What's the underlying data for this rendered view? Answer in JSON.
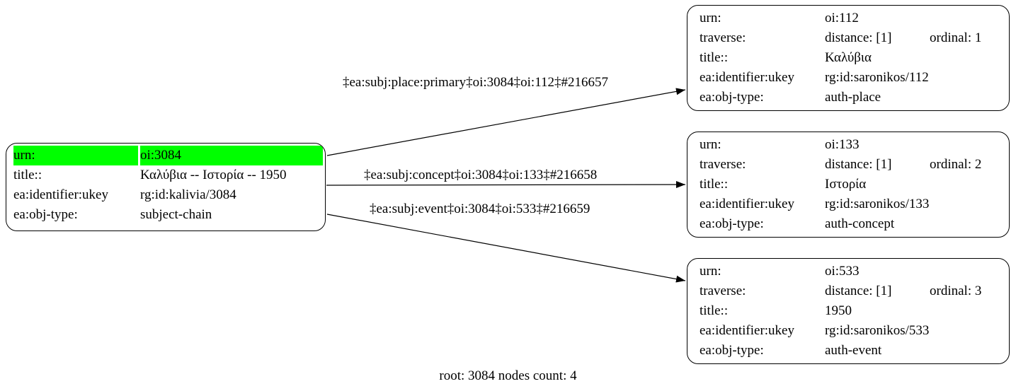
{
  "graph": {
    "footer": "root: 3084 nodes count: 4",
    "highlight_color": "#00ff00",
    "nodes": {
      "root": {
        "rows": [
          {
            "key": "urn:",
            "value": "oi:3084"
          },
          {
            "key": "title::",
            "value": "Καλύβια -- Ιστορία -- 1950"
          },
          {
            "key": "ea:identifier:ukey",
            "value": "rg:id:kalivia/3084"
          },
          {
            "key": "ea:obj-type:",
            "value": "subject-chain"
          }
        ]
      },
      "targets": [
        {
          "rows": [
            {
              "key": "urn:",
              "value": "oi:112"
            },
            {
              "key": "traverse:",
              "value": "distance: [1]",
              "extra": "ordinal: 1"
            },
            {
              "key": "title::",
              "value": "Καλύβια"
            },
            {
              "key": "ea:identifier:ukey",
              "value": "rg:id:saronikos/112"
            },
            {
              "key": "ea:obj-type:",
              "value": "auth-place"
            }
          ]
        },
        {
          "rows": [
            {
              "key": "urn:",
              "value": "oi:133"
            },
            {
              "key": "traverse:",
              "value": "distance: [1]",
              "extra": "ordinal: 2"
            },
            {
              "key": "title::",
              "value": "Ιστορία"
            },
            {
              "key": "ea:identifier:ukey",
              "value": "rg:id:saronikos/133"
            },
            {
              "key": "ea:obj-type:",
              "value": "auth-concept"
            }
          ]
        },
        {
          "rows": [
            {
              "key": "urn:",
              "value": "oi:533"
            },
            {
              "key": "traverse:",
              "value": "distance: [1]",
              "extra": "ordinal: 3"
            },
            {
              "key": "title::",
              "value": "1950"
            },
            {
              "key": "ea:identifier:ukey",
              "value": "rg:id:saronikos/533"
            },
            {
              "key": "ea:obj-type:",
              "value": "auth-event"
            }
          ]
        }
      ]
    },
    "edges": [
      {
        "label": "‡ea:subj:place:primary‡oi:3084‡oi:112‡#216657"
      },
      {
        "label": "‡ea:subj:concept‡oi:3084‡oi:133‡#216658"
      },
      {
        "label": "‡ea:subj:event‡oi:3084‡oi:533‡#216659"
      }
    ]
  }
}
